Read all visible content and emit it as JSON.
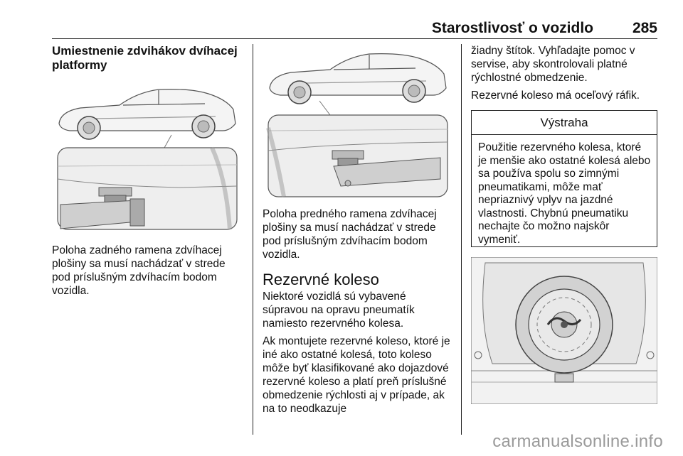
{
  "header": {
    "title": "Starostlivosť o vozidlo",
    "page_number": "285"
  },
  "col1": {
    "heading": "Umiestnenie zdvihákov dvíhacej platformy",
    "caption": "Poloha zadného ramena zdvíhacej plošiny sa musí nachádzať v strede pod príslušným zdvíhacím bodom vozidla."
  },
  "col2": {
    "caption": "Poloha predného ramena zdvíhacej plošiny sa musí nachádzať v strede pod príslušným zdvíhacím bodom vozidla.",
    "section_title": "Rezervné koleso",
    "para1": "Niektoré vozidlá sú vybavené súpravou na opravu pneumatík namiesto rezervného kolesa.",
    "para2": "Ak montujete rezervné koleso, ktoré je iné ako ostatné kolesá, toto koleso môže byť klasifikované ako dojazdové rezervné koleso a platí preň príslušné obmedzenie rýchlosti aj v prípade, ak na to neodkazuje"
  },
  "col3": {
    "para1": "žiadny štítok. Vyhľadajte pomoc v servise, aby skontrolovali platné rýchlostné obmedzenie.",
    "para2": "Rezervné koleso má oceľový ráfik.",
    "warning_title": "Výstraha",
    "warning_text": "Použitie rezervného kolesa, ktoré je menšie ako ostatné kolesá alebo sa používa spolu so zimnými pneumatikami, môže mať nepriaznivý vplyv na jazdné vlastnosti. Chybnú pneumatiku nechajte čo možno najskôr vymeniť."
  },
  "watermark": "carmanualsonline.info"
}
